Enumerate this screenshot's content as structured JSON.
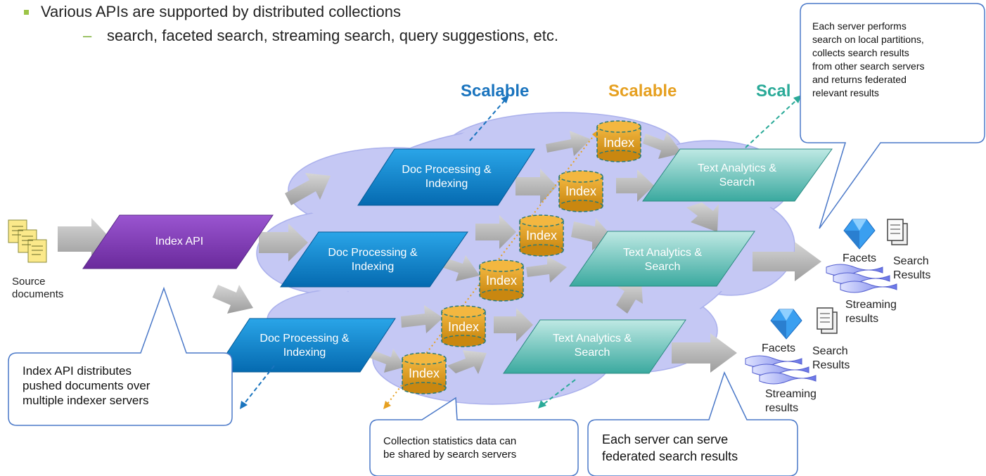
{
  "bullets": {
    "item1": "Various APIs are supported by distributed collections",
    "item2": "search, faceted search, streaming search, query suggestions, etc."
  },
  "scalable": [
    {
      "text": "Scalable",
      "color": "#1a74be"
    },
    {
      "text": "Scalable",
      "color": "#e6a020"
    },
    {
      "text": "Scal",
      "color": "#2aaa98"
    }
  ],
  "nodes": {
    "index_api": "Index API",
    "doc_processing": [
      "Doc Processing &",
      "Indexing"
    ],
    "text_analytics": [
      "Text Analytics &",
      "Search"
    ],
    "index": "Index"
  },
  "source": [
    "Source",
    "documents"
  ],
  "outputs": {
    "facets": "Facets",
    "search_results": [
      "Search",
      "Results"
    ],
    "streaming": [
      "Streaming",
      "results"
    ]
  },
  "callouts": {
    "index_api": [
      "Index API distributes",
      "pushed documents over",
      "multiple indexer servers"
    ],
    "stats": [
      "Collection statistics data can",
      "be shared by search servers"
    ],
    "federated": [
      "Each server can serve",
      "federated search results"
    ],
    "partitions": [
      "Each server  performs",
      "search on local partitions,",
      "collects search results",
      "from other search servers",
      "and returns federated",
      "relevant results"
    ]
  },
  "colors": {
    "cloud": "#c5c8f4",
    "purple": "#7e3bb5",
    "blue": "#0b7fcd",
    "teal": "#3fb7ad",
    "index_orange": "#e8a31d",
    "arrow_gray": "#b3b3b3"
  }
}
